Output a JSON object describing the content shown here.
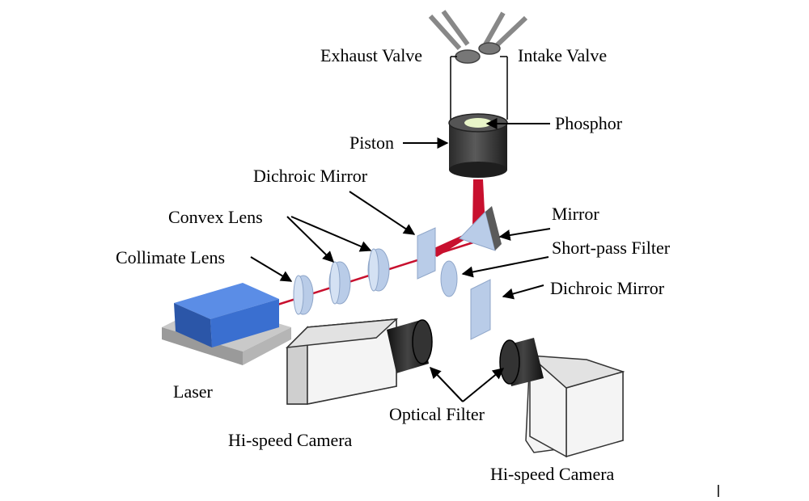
{
  "diagram": {
    "labels": {
      "exhaust_valve": "Exhaust Valve",
      "intake_valve": "Intake Valve",
      "phosphor": "Phosphor",
      "piston": "Piston",
      "dichroic_mirror_top": "Dichroic Mirror",
      "mirror": "Mirror",
      "convex_lens": "Convex Lens",
      "short_pass_filter": "Short-pass Filter",
      "collimate_lens": "Collimate Lens",
      "dichroic_mirror_right": "Dichroic Mirror",
      "laser": "Laser",
      "optical_filter": "Optical Filter",
      "camera_left": "Hi-speed Camera",
      "camera_right": "Hi-speed Camera"
    },
    "colors": {
      "laser_blue": "#3a6fd0",
      "laser_beam": "#c8102e",
      "lens": "#b9cce8",
      "phosphor": "#e8f5c8",
      "piston_dark": "#3d3d3d",
      "camera_body": "#f0f0f0",
      "lens_barrel": "#1a1a1a"
    }
  }
}
